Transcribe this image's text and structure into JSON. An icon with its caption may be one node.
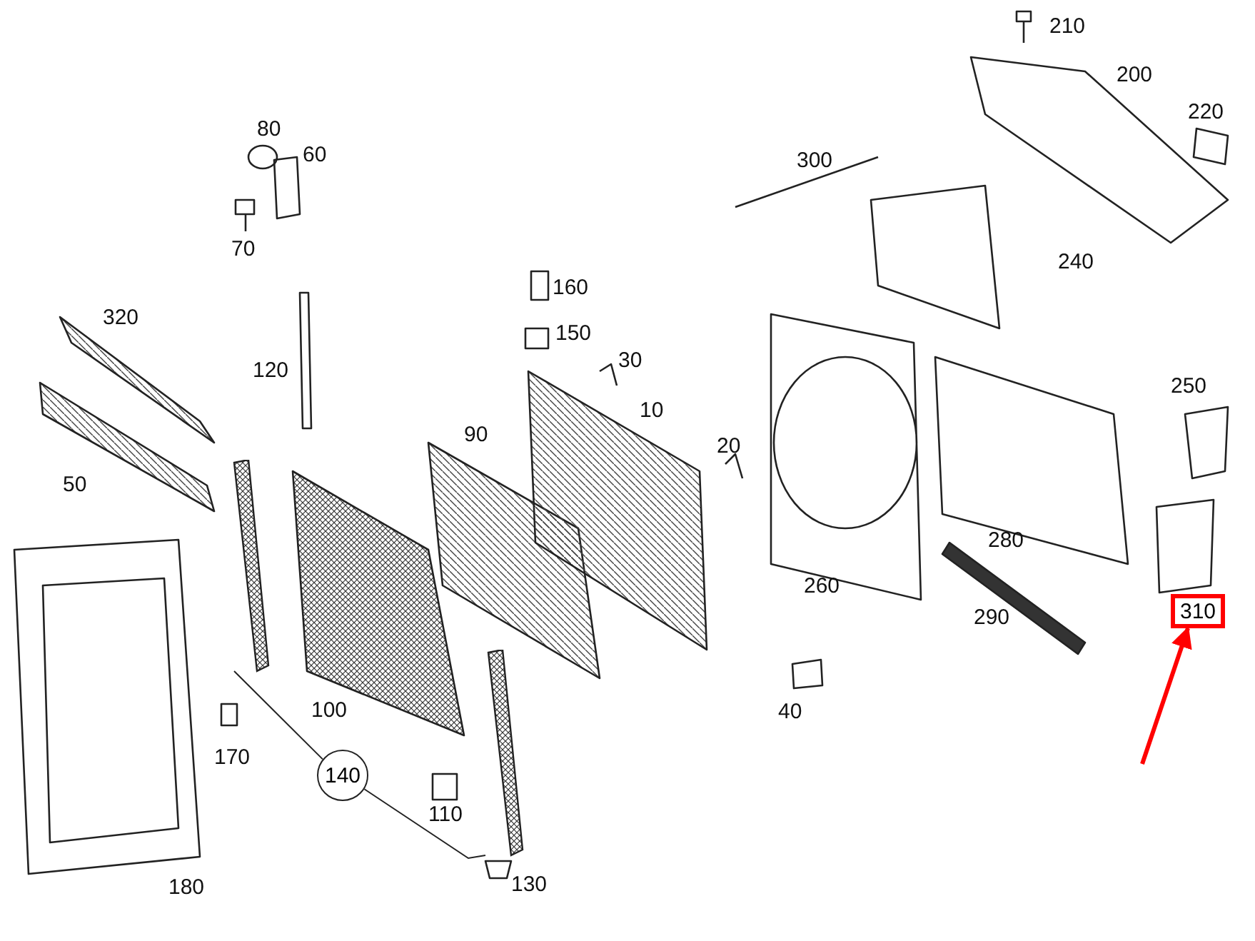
{
  "diagram": {
    "nodes": [
      {
        "text": [
          "310"
        ]
      },
      {
        "text": [
          "140"
        ]
      },
      {
        "text": [],
        "shape": "picture"
      },
      {
        "text": [],
        "shape": "picture"
      }
    ],
    "edges": [
      {
        "from": null,
        "to": 0,
        "arrow": "to",
        "style": "thick",
        "color": "#ff0000"
      },
      {
        "from": 1,
        "to": 2,
        "arrow": "none"
      },
      {
        "from": 1,
        "to": 3,
        "arrow": "none"
      }
    ],
    "labels": [
      "210",
      "200",
      "220",
      "80",
      "60",
      "300",
      "70",
      "240",
      "160",
      "320",
      "150",
      "30",
      "120",
      "10",
      "250",
      "90",
      "20",
      "50",
      "280",
      "260",
      "290",
      "100",
      "40",
      "170",
      "180",
      "110",
      "130"
    ]
  }
}
